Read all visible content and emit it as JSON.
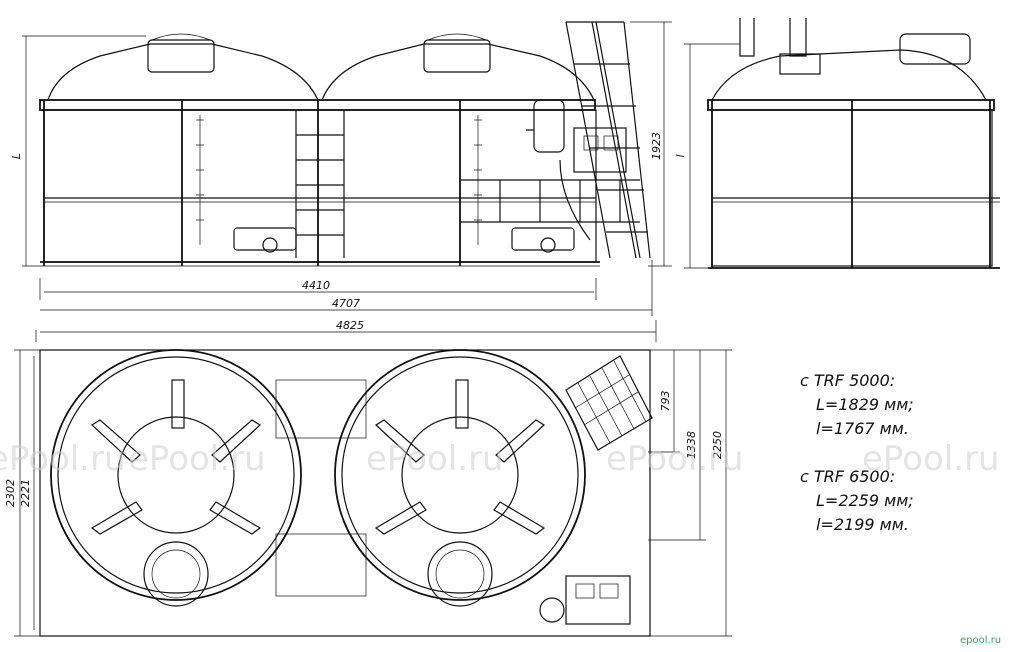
{
  "dimensions": {
    "front_width_inner": "4410",
    "front_width_outer": "4707",
    "total_width": "4825",
    "front_height_label": "L",
    "side_height_value": "1923",
    "side_height_label": "l",
    "plan_height_outer": "2302",
    "plan_height_inner": "2221",
    "plan_d1": "793",
    "plan_d2": "1338",
    "plan_d3": "2250"
  },
  "variants": [
    {
      "model": "с TRF 5000:",
      "L": "L=1829 мм;",
      "l": "l=1767 мм."
    },
    {
      "model": "с TRF 6500:",
      "L": "L=2259 мм;",
      "l": "l=2199 мм."
    }
  ],
  "watermark": "ePool.ru",
  "logo": "epool.ru"
}
